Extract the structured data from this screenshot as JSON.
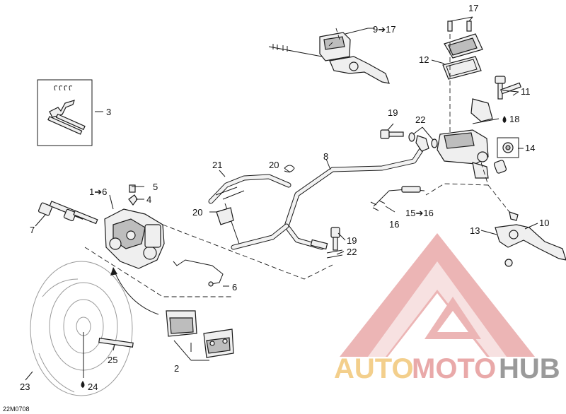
{
  "diagram_code": "22M0708",
  "callouts": {
    "c1": "1➔6",
    "c2": "2",
    "c3": "3",
    "c4": "4",
    "c5": "5",
    "c6": "6",
    "c7": "7",
    "c8": "8",
    "c9": "9➔17",
    "c10": "10",
    "c11": "11",
    "c12": "12",
    "c13": "13",
    "c14": "14",
    "c15": "15➔16",
    "c16": "16",
    "c17": "17",
    "c18": "18",
    "c19a": "19",
    "c19b": "19",
    "c20a": "20",
    "c20b": "20",
    "c21": "21",
    "c22a": "22",
    "c22b": "22",
    "c23": "23",
    "c24": "24",
    "c25": "25"
  },
  "watermark": {
    "auto": "AUTO",
    "moto": "MOTO",
    "hub": "HUB"
  },
  "colors": {
    "watermark_red": "#e9a9a9",
    "watermark_yellow": "#f3cf8c",
    "watermark_gray": "#9a9a9a"
  }
}
